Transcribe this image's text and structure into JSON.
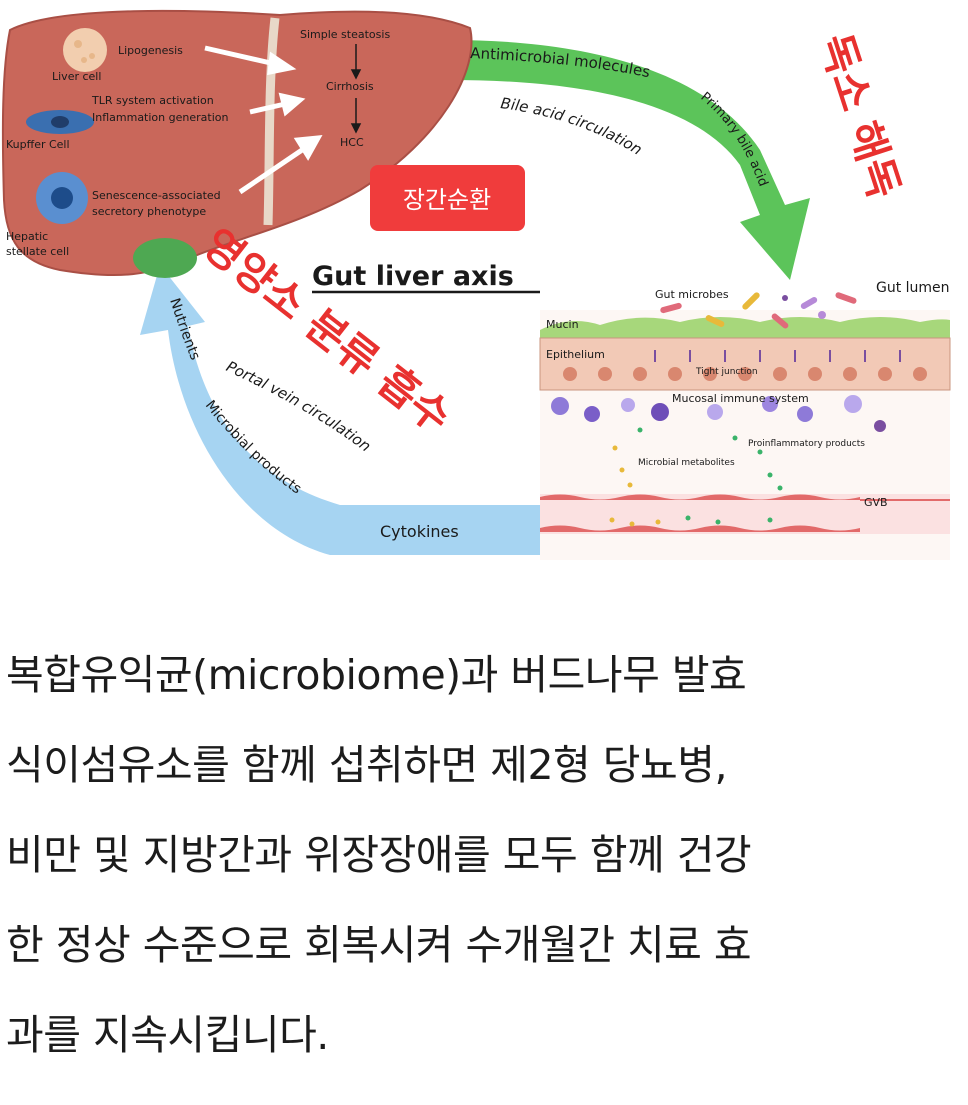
{
  "diagram": {
    "liver_labels": {
      "lipogenesis": "Lipogenesis",
      "liver_cell": "Liver cell",
      "tlr_line1": "TLR system activation",
      "tlr_line2": "Inflammation generation",
      "kupffer": "Kupffer Cell",
      "senescence_line1": "Senescence-associated",
      "senescence_line2": "secretory phenotype",
      "hepatic_line1": "Hepatic",
      "hepatic_line2": "stellate cell",
      "simple_steatosis": "Simple steatosis",
      "cirrhosis": "Cirrhosis",
      "hcc": "HCC"
    },
    "badge": "장간순환",
    "title": "Gut liver axis",
    "top_arrow": {
      "antimicrobial": "Antimicrobial molecules",
      "primary_bile": "Primary bile acid",
      "bile_circulation": "Bile acid circulation"
    },
    "korean_detox": "독소 해독",
    "korean_nutrient": "영양소 분류 흡수",
    "bottom_arrow": {
      "nutrients": "Nutrients",
      "microbial_products": "Microbial products",
      "cytokines": "Cytokines",
      "portal_vein": "Portal vein circulation"
    },
    "gut_labels": {
      "gut_microbes": "Gut microbes",
      "gut_lumen": "Gut lumen",
      "mucin": "Mucin",
      "epithelium": "Epithelium",
      "tight_junction": "Tight junction",
      "mucosal_immune": "Mucosal immune system",
      "proinflammatory": "Proinflammatory products",
      "microbial_metabolites": "Microbial metabolites",
      "gvb": "GVB"
    },
    "colors": {
      "liver": "#c9675a",
      "liver_dark": "#a94f45",
      "green_arrow": "#5cc45a",
      "blue_arrow": "#a6d4f2",
      "korean_red": "#e8312f",
      "badge_red": "#f03c3c",
      "mucin_green": "#a7d77b",
      "epithelium": "#f2c9b6"
    }
  },
  "caption": {
    "line1": "복합유익균(microbiome)과 버드나무 발효",
    "line2": "식이섬유소를 함께 섭취하면 제2형 당뇨병,",
    "line3": "비만 및 지방간과 위장장애를 모두 함께 건강",
    "line4": "한 정상 수준으로 회복시켜 수개월간 치료 효",
    "line5": "과를 지속시킵니다."
  }
}
